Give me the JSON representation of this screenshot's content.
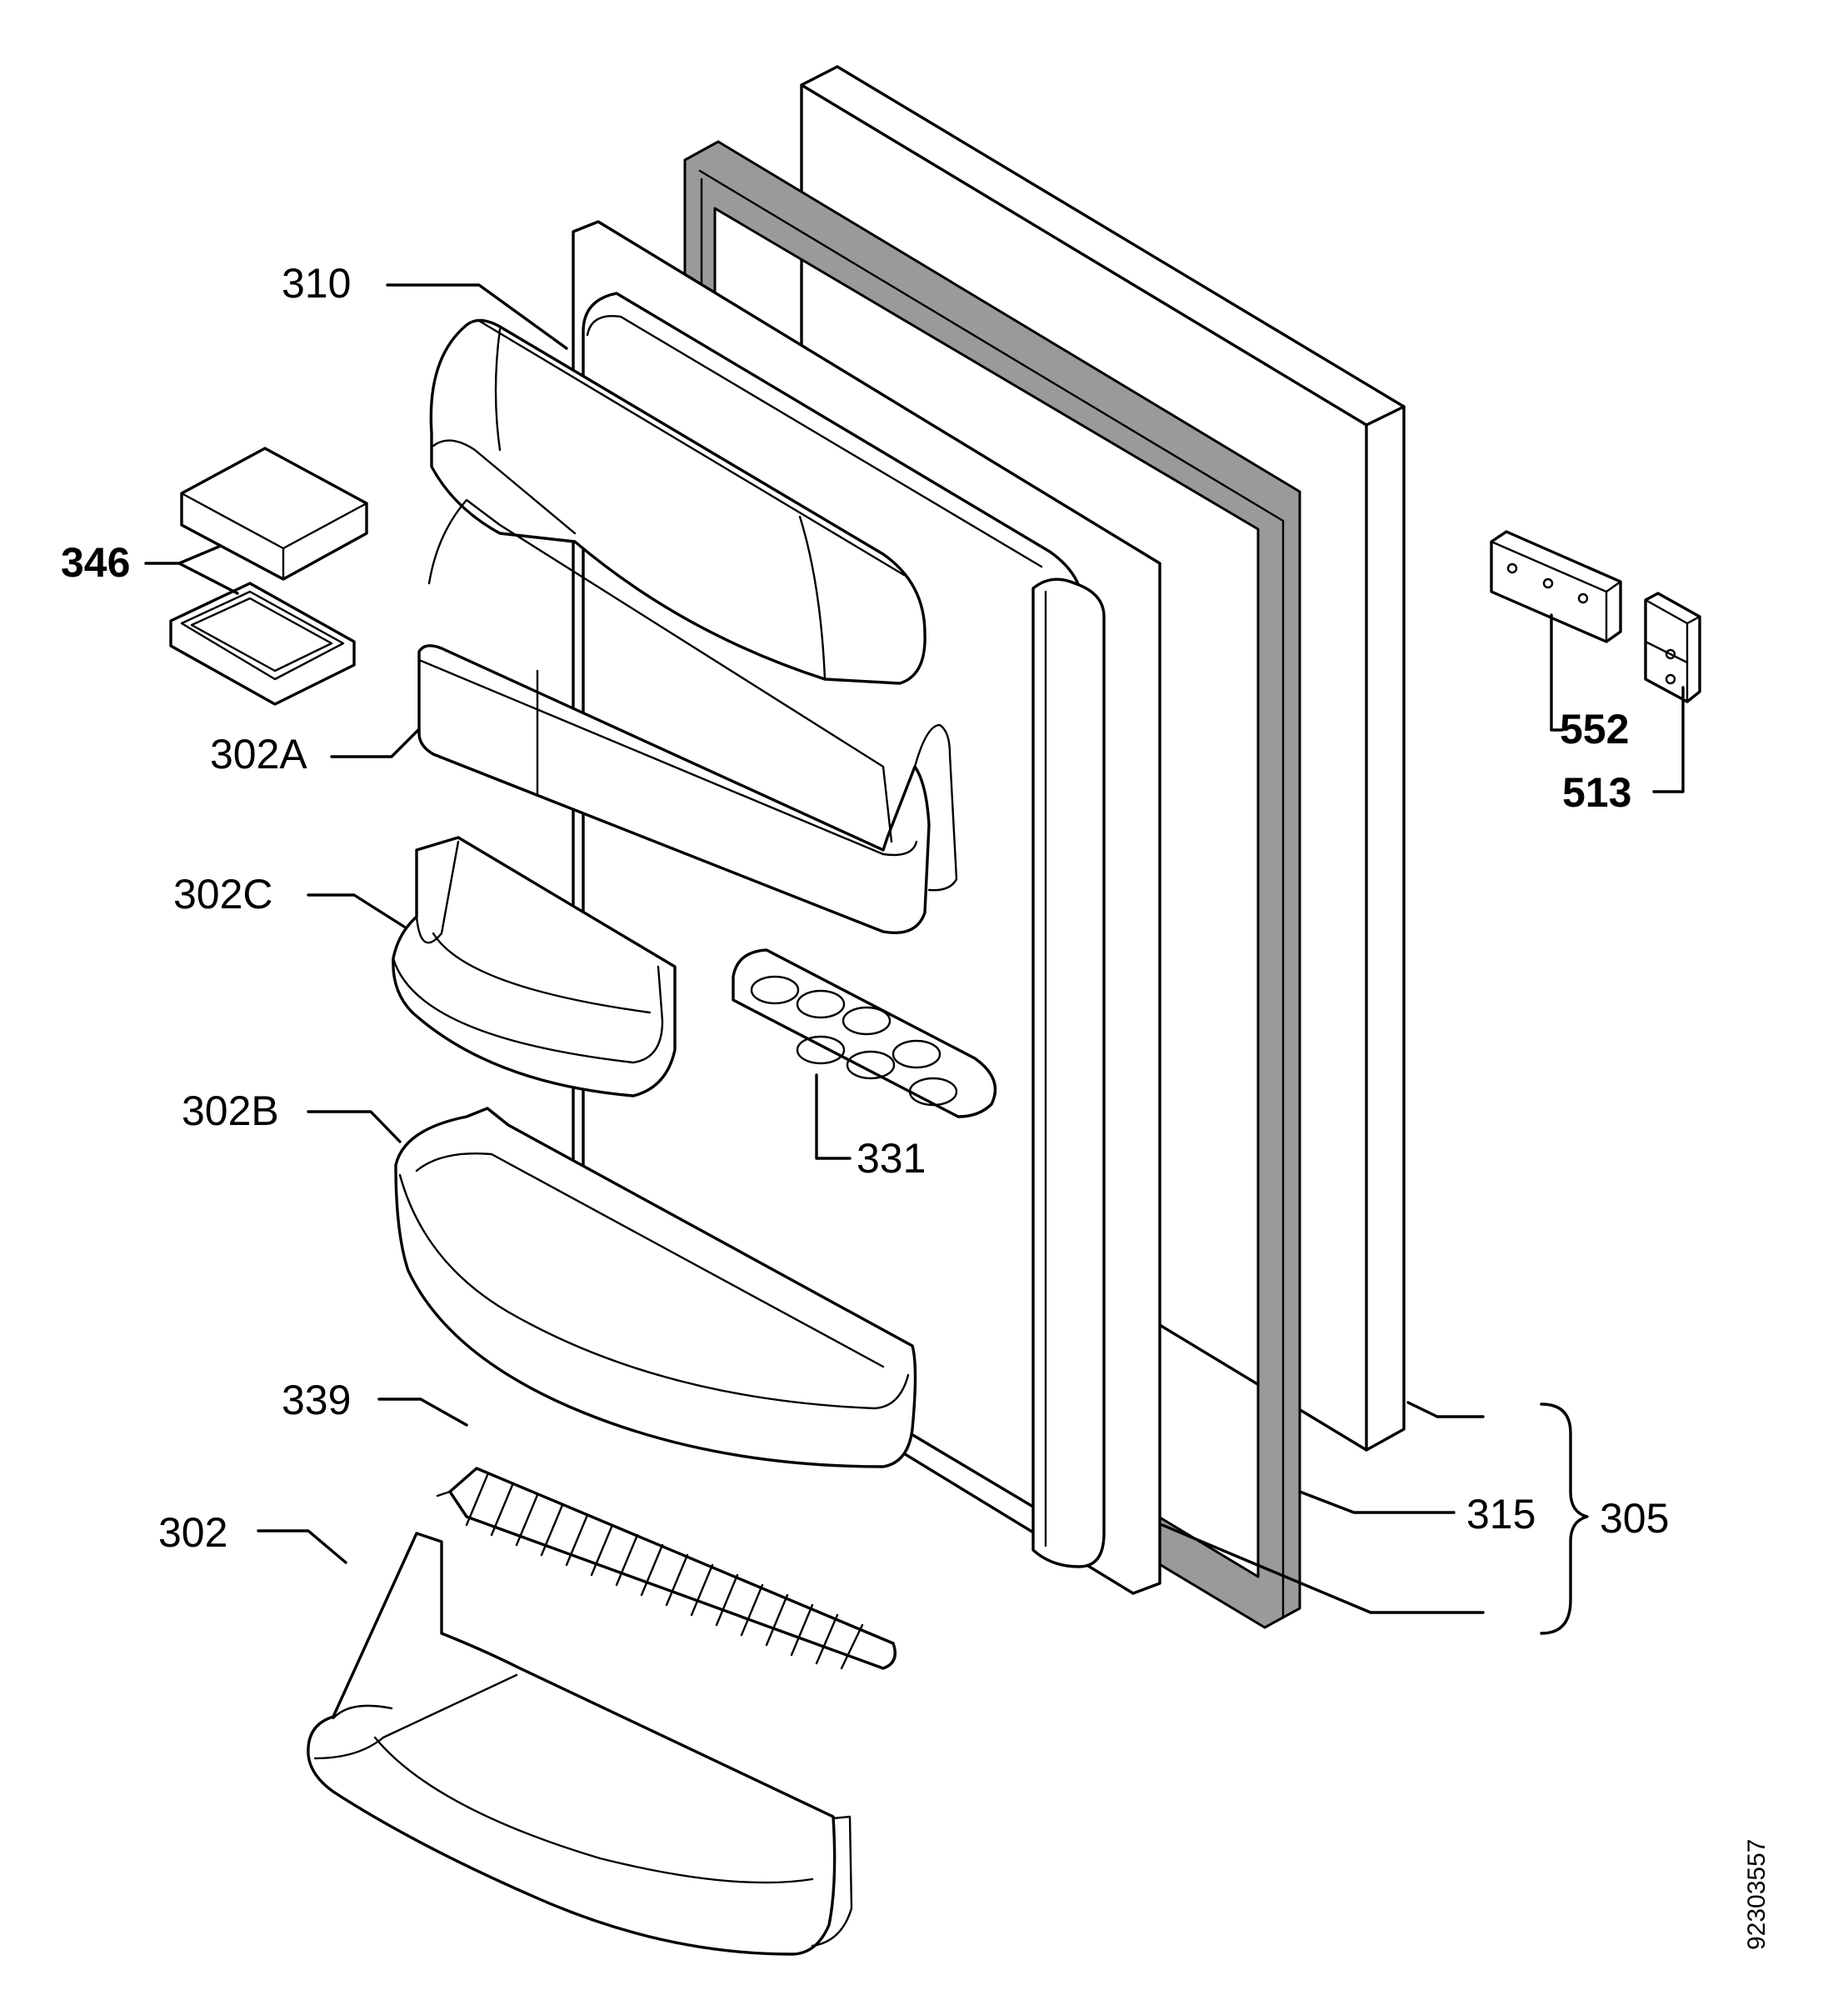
{
  "labels": {
    "p310": "310",
    "p346": "346",
    "p302a": "302A",
    "p302c": "302C",
    "p302b": "302B",
    "p331": "331",
    "p339": "339",
    "p302": "302",
    "p315": "315",
    "p305": "305",
    "p552": "552",
    "p513": "513"
  },
  "drawing_code": "92303557"
}
